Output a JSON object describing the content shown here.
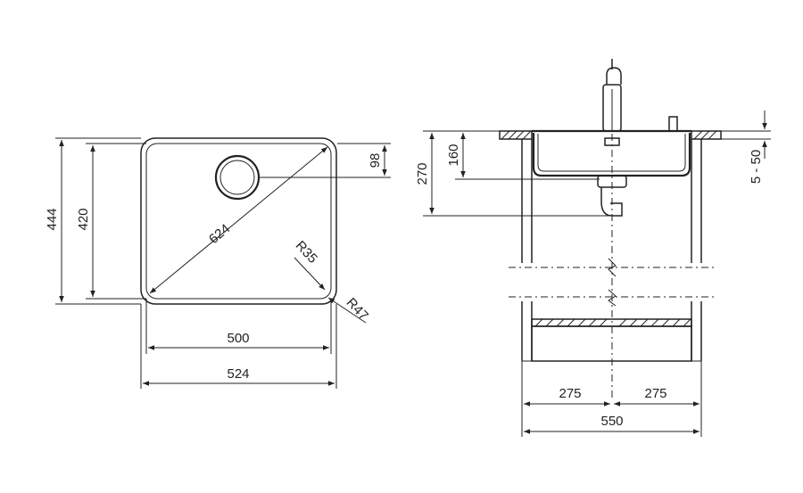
{
  "top_view": {
    "dim_overall_height": "444",
    "dim_inner_height": "420",
    "dim_drain_offset": "98",
    "dim_diagonal": "624",
    "dim_inner_radius": "R35",
    "dim_outer_radius": "R47",
    "dim_inner_width": "500",
    "dim_outer_width": "524"
  },
  "section_view": {
    "dim_total_depth": "270",
    "dim_bowl_depth": "160",
    "dim_countertop": "5 - 50",
    "dim_half_left": "275",
    "dim_half_right": "275",
    "dim_cabinet_width": "550"
  },
  "colors": {
    "line": "#222222",
    "background": "#ffffff"
  }
}
